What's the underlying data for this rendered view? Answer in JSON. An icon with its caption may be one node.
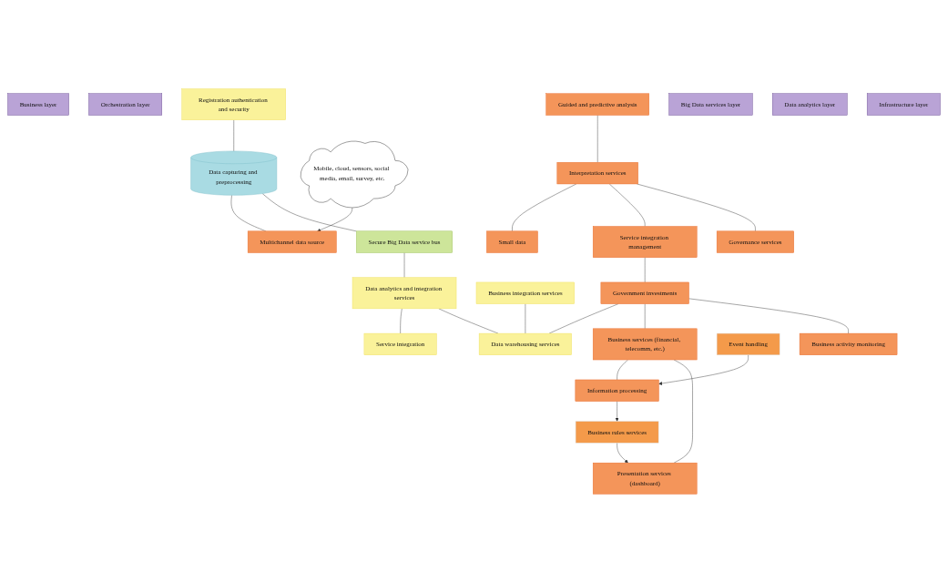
{
  "diagram": {
    "nodes": [
      {
        "text": [
          "Business layer"
        ]
      },
      {
        "text": [
          "Orchestration layer"
        ]
      },
      {
        "text": [
          "Registration authentication and security"
        ]
      },
      {
        "text": [
          "Data capturing and preprocessing"
        ]
      },
      {
        "text": [
          "Multichannel data source"
        ]
      },
      {
        "text": [
          "Mobile, cloud, sensors, social media, email, survey, etc."
        ]
      },
      {
        "text": [
          "Secure Big Data service bus"
        ]
      },
      {
        "text": [
          "Guided and predictive analysis"
        ]
      },
      {
        "text": [
          "Data analytics and integration services"
        ]
      },
      {
        "text": [
          "Presentation services (dashboard)"
        ]
      },
      {
        "text": [
          "Business rules services"
        ]
      },
      {
        "text": [
          "Interpretation services"
        ]
      },
      {
        "text": [
          "Small data"
        ]
      },
      {
        "text": [
          "Service integration"
        ]
      },
      {
        "text": [
          "Business services (financial, telecomm, etc.)"
        ]
      },
      {
        "text": [
          "Information processing"
        ]
      },
      {
        "text": [
          "Business integration services"
        ]
      },
      {
        "text": [
          "Business activity monitoring"
        ]
      },
      {
        "text": [
          "Event handling"
        ]
      },
      {
        "text": [
          "Service integration management"
        ]
      },
      {
        "text": [
          "Government investments"
        ]
      },
      {
        "text": [
          "Governance services"
        ]
      },
      {
        "text": [
          "Data warehousing services"
        ]
      },
      {
        "text": [
          "Big Data services layer"
        ]
      },
      {
        "text": [
          "Data analytics layer"
        ]
      },
      {
        "text": [
          "Infrastructure layer"
        ]
      }
    ],
    "edges": [
      {
        "from": 2,
        "to": 3,
        "arrow": "none"
      },
      {
        "from": 3,
        "to": 4,
        "arrow": "none"
      },
      {
        "from": 5,
        "to": 4,
        "arrow": "to"
      },
      {
        "from": 3,
        "to": 6,
        "arrow": "none"
      },
      {
        "from": 6,
        "to": 8,
        "arrow": "none"
      },
      {
        "from": 7,
        "to": 11,
        "arrow": "none"
      },
      {
        "from": 11,
        "to": 12,
        "arrow": "none"
      },
      {
        "from": 11,
        "to": 19,
        "arrow": "none"
      },
      {
        "from": 11,
        "to": 21,
        "arrow": "none"
      },
      {
        "from": 19,
        "to": 20,
        "arrow": "none"
      },
      {
        "from": 8,
        "to": 13,
        "arrow": "none"
      },
      {
        "from": 16,
        "to": 22,
        "arrow": "none"
      },
      {
        "from": 8,
        "to": 22,
        "arrow": "none"
      },
      {
        "from": 20,
        "to": 22,
        "arrow": "none"
      },
      {
        "from": 20,
        "to": 14,
        "arrow": "none"
      },
      {
        "from": 20,
        "to": 17,
        "arrow": "none"
      },
      {
        "from": 9,
        "to": 14,
        "arrow": "none"
      },
      {
        "from": 14,
        "to": 15,
        "arrow": "none"
      },
      {
        "from": 10,
        "to": 9,
        "arrow": "to"
      },
      {
        "from": 15,
        "to": 10,
        "arrow": "to"
      },
      {
        "from": 18,
        "to": 15,
        "arrow": "to"
      }
    ]
  }
}
